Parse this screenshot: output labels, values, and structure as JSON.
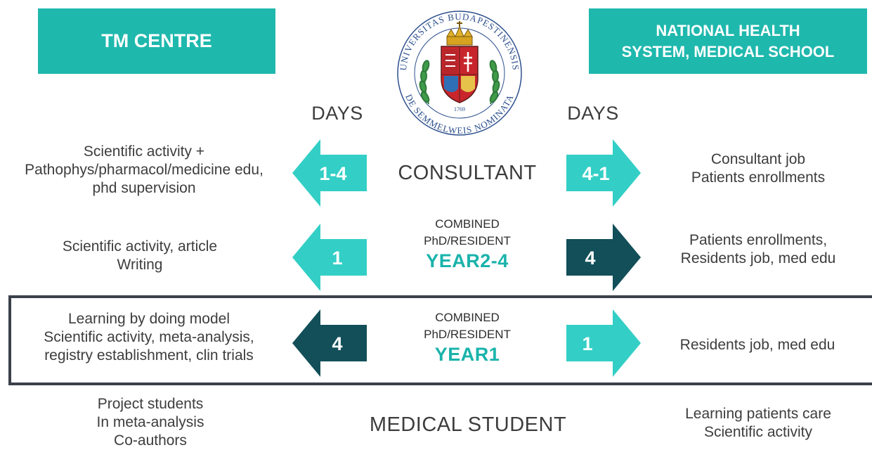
{
  "headers": {
    "left": "TM CENTRE",
    "right_line1": "NATIONAL HEALTH",
    "right_line2": "SYSTEM, MEDICAL SCHOOL"
  },
  "seal": {
    "top_text": "UNIVERSITAS BUDAPESTINENSIS",
    "bottom_text": "DE SEMMELWEIS NOMINATA",
    "year": "1769"
  },
  "days": {
    "left": "DAYS",
    "right": "DAYS"
  },
  "rows": {
    "consultant": {
      "left_lines": [
        "Scientific activity +",
        "Pathophys/pharmacol/medicine edu,",
        "phd supervision"
      ],
      "left_arrow": "1-4",
      "center": "CONSULTANT",
      "right_arrow": "4-1",
      "right_lines": [
        "Consultant job",
        "Patients enrollments"
      ]
    },
    "year2_4": {
      "left_lines": [
        "Scientific activity, article",
        "Writing"
      ],
      "left_arrow": "1",
      "center_line1": "COMBINED",
      "center_line2": "PhD/RESIDENT",
      "center_year": "YEAR2-4",
      "right_arrow": "4",
      "right_lines": [
        "Patients enrollments,",
        "Residents job, med edu"
      ]
    },
    "year1": {
      "left_lines": [
        "Learning by doing model",
        "Scientific activity, meta-analysis,",
        "registry establishment, clin trials"
      ],
      "left_arrow": "4",
      "center_line1": "COMBINED",
      "center_line2": "PhD/RESIDENT",
      "center_year": "YEAR1",
      "right_arrow": "1",
      "right_lines": [
        "Residents job, med edu"
      ]
    },
    "student": {
      "left_lines": [
        "Project students",
        "In meta-analysis",
        "Co-authors"
      ],
      "center": "MEDICAL STUDENT",
      "right_lines": [
        "Learning patients care",
        "Scientific activity"
      ]
    }
  },
  "colors": {
    "header_teal": "#1fb8ad",
    "arrow_light": "#33cfc6",
    "arrow_dark": "#124f58",
    "year_text": "#1ab3ab",
    "frame": "#3b414a"
  }
}
